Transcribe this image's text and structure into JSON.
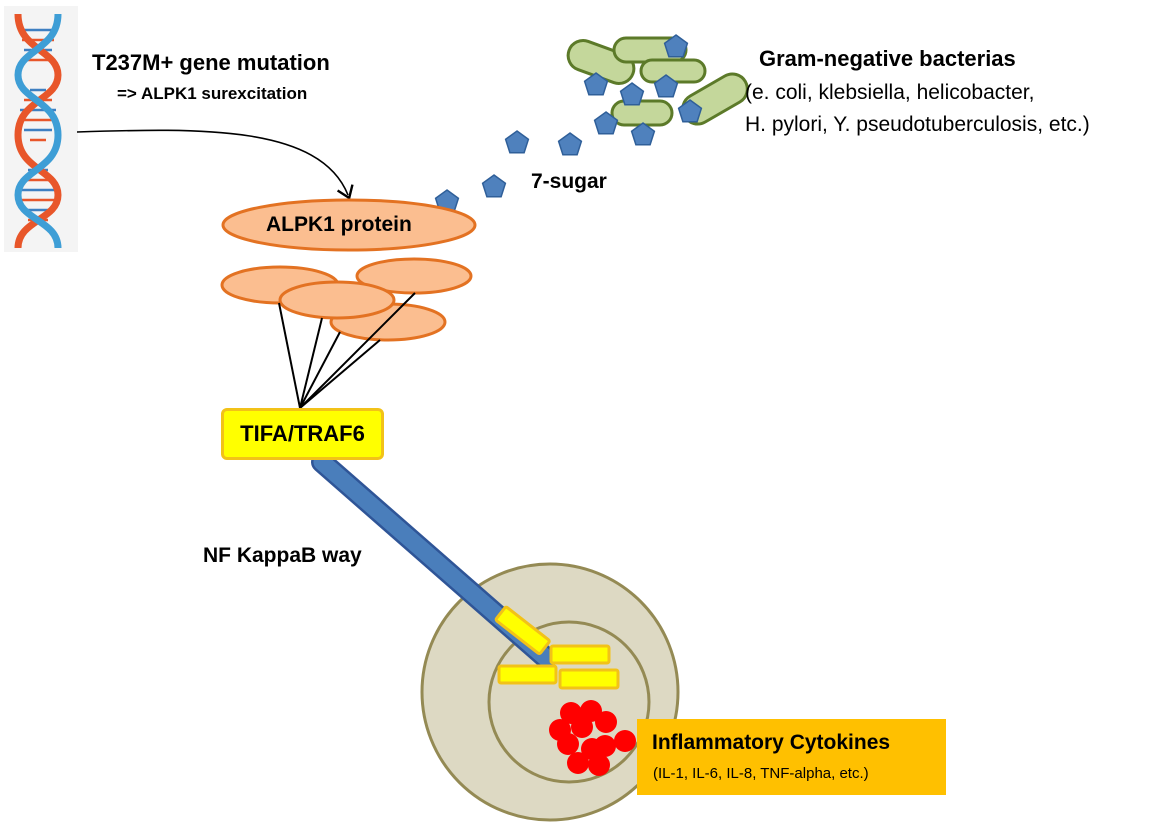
{
  "mutation": {
    "title": "T237M+ gene mutation",
    "subtitle": "=> ALPK1 surexcitation"
  },
  "bacteria": {
    "title": "Gram-negative bacterias",
    "line1": "(e. coli, klebsiella,  helicobacter,",
    "line2": "H. pylori, Y. pseudotuberculosis, etc.)"
  },
  "sugar_label": "7-sugar",
  "protein_label": "ALPK1 protein",
  "tifa_label": "TIFA/TRAF6",
  "pathway_label": "NF KappaB way",
  "cytokines": {
    "title": "Inflammatory Cytokines",
    "subtitle": "(IL-1, IL-6, IL-8, TNF-alpha, etc.)"
  },
  "colors": {
    "protein_fill": "#fbbe90",
    "protein_stroke": "#e37222",
    "bacteria_fill": "#c4d79b",
    "bacteria_stroke": "#5c7a29",
    "sugar_fill": "#4f81bd",
    "pathway": "#4a7ebb",
    "cell_fill": "#ddd9c3",
    "cell_stroke": "#948a54",
    "cytokine": "#ff0000",
    "yellow": "#ffff00",
    "label_box": "#ffc000"
  },
  "icons": [
    "dna-icon",
    "bacteria-icon",
    "sugar-icon"
  ]
}
